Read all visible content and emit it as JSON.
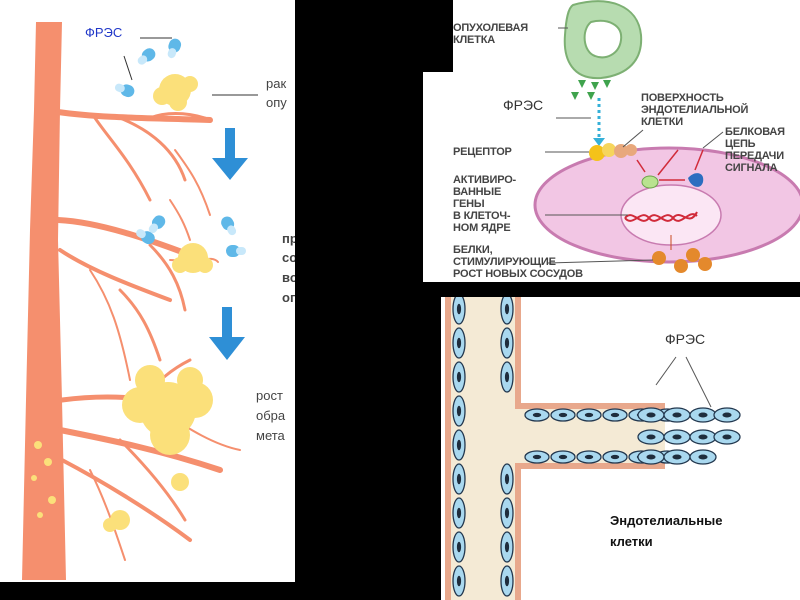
{
  "left": {
    "fres_label": "ФРЭС",
    "caption1": [
      "рак",
      "опу"
    ],
    "caption2": [
      "пр",
      "со",
      "во",
      "ог"
    ],
    "caption3": [
      "рост",
      "обра",
      "мета"
    ]
  },
  "top_right": {
    "tumor_cell": [
      "ОПУХОЛЕВАЯ",
      "КЛЕТКА"
    ],
    "fres": "ФРЭС",
    "surface": [
      "ПОВЕРХНОСТЬ",
      "ЭНДОТЕЛИАЛЬНОЙ",
      "КЛЕТКИ"
    ],
    "receptor": "РЕЦЕПТОР",
    "protein_chain": [
      "БЕЛКОВАЯ",
      "ЦЕПЬ",
      "ПЕРЕДАЧИ",
      "СИГНАЛА"
    ],
    "activated_genes": [
      "АКТИВИРО-",
      "ВАННЫЕ",
      "ГЕНЫ",
      "В КЛЕТОЧ-",
      "НОМ ЯДРЕ"
    ],
    "proteins": [
      "БЕЛКИ,",
      "СТИМУЛИРУЮЩИЕ",
      "РОСТ НОВЫХ СОСУДОВ"
    ]
  },
  "bottom_right": {
    "fres": "ФРЭС",
    "endothelial": [
      "Эндотелиальные",
      "клетки"
    ]
  },
  "colors": {
    "vessel": "#f58f6e",
    "tumor": "#fbe07a",
    "arrow": "#2e8fd6",
    "fres_particle": "#5fb8e8",
    "tumor_cell": "#b7dcb0",
    "endo_cell": "#f2c6e4",
    "endo_nucleus": "#c6ecf6",
    "tube_cell": "#a9d8ef"
  }
}
